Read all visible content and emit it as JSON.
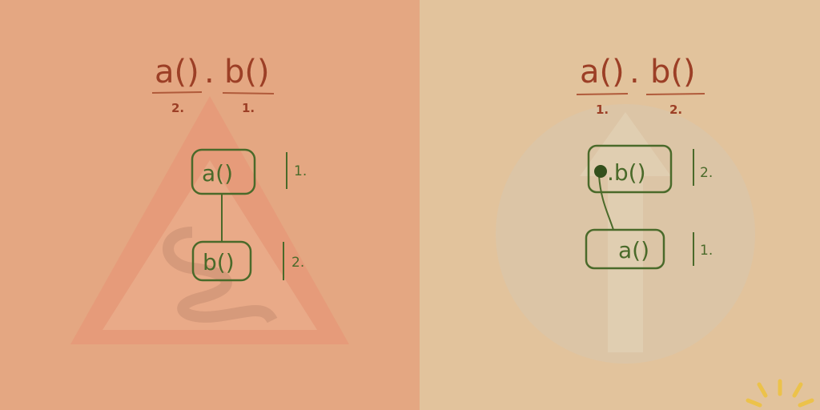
{
  "left": {
    "expression": {
      "a": "a()",
      "dot": ".",
      "b": "b()"
    },
    "order_a": "2.",
    "order_b": "1.",
    "nodes": [
      {
        "label": "a()",
        "step": "1."
      },
      {
        "label": "b()",
        "step": "2."
      }
    ]
  },
  "right": {
    "expression": {
      "a": "a()",
      "dot": ".",
      "b": "b()"
    },
    "order_a": "1.",
    "order_b": "2.",
    "nodes": [
      {
        "label": ".b()",
        "step": "2."
      },
      {
        "label": "a()",
        "step": "1."
      }
    ]
  },
  "colors": {
    "left_background": "#e4a782",
    "right_background": "#e2c39c",
    "expression_ink": "#9c3f26",
    "diagram_ink": "#4a6a2a"
  },
  "icons": [
    "warning-triangle-icon",
    "upward-arrow-circle-icon",
    "sun-icon"
  ]
}
